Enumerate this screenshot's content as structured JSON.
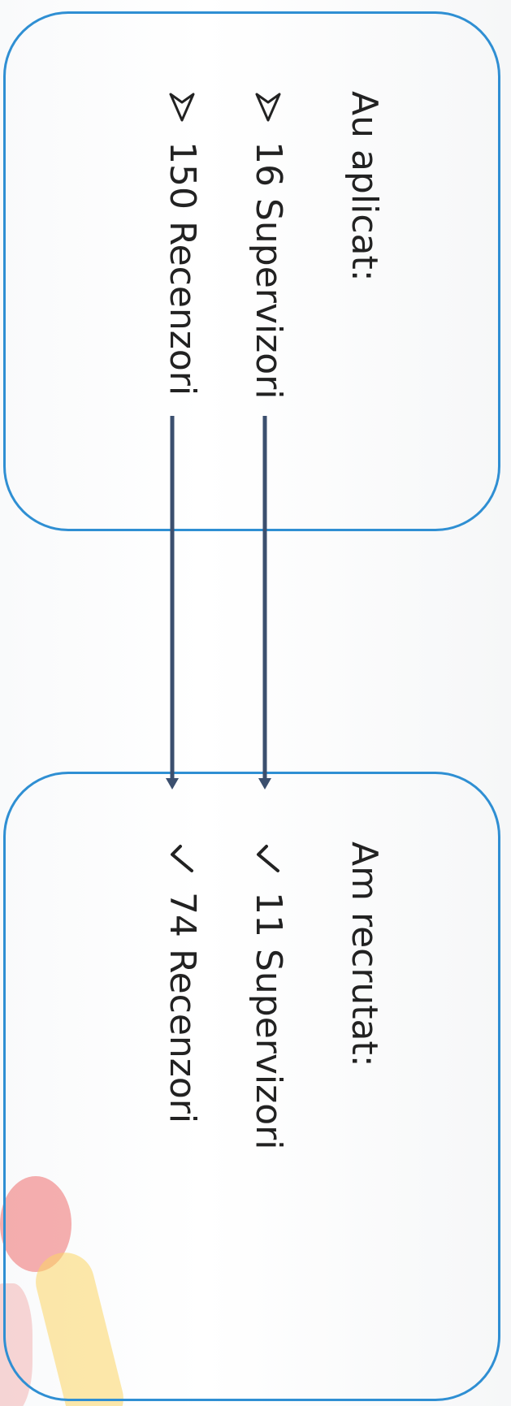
{
  "left_group": {
    "heading": "Au aplicat:",
    "items": [
      {
        "text": "16 Supervizori",
        "marker": "arrowhead-bullet-icon"
      },
      {
        "text": "150 Recenzori",
        "marker": "arrowhead-bullet-icon"
      }
    ]
  },
  "right_group": {
    "heading": "Am recrutat:",
    "items": [
      {
        "text": "11 Supervizori",
        "marker": "checkmark-icon"
      },
      {
        "text": "74 Recenzori",
        "marker": "checkmark-icon"
      }
    ]
  },
  "colors": {
    "box_border": "#2f8fd3",
    "arrow": "#3b4f6e",
    "text": "#222222"
  }
}
